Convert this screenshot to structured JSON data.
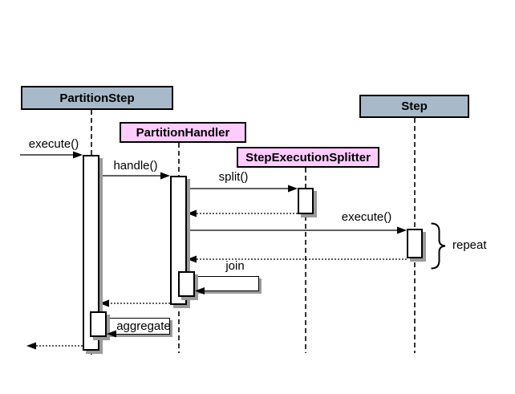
{
  "diagram": {
    "type": "uml-sequence",
    "participants": [
      {
        "name": "PartitionStep",
        "fill": "#a8b9ca"
      },
      {
        "name": "PartitionHandler",
        "fill": "#ffccff"
      },
      {
        "name": "StepExecutionSplitter",
        "fill": "#ffccff"
      },
      {
        "name": "Step",
        "fill": "#a8b9ca"
      }
    ],
    "messages": [
      {
        "label": "execute()",
        "from": "caller",
        "to": "PartitionStep",
        "kind": "sync"
      },
      {
        "label": "handle()",
        "from": "PartitionStep",
        "to": "PartitionHandler",
        "kind": "sync"
      },
      {
        "label": "split()",
        "from": "PartitionHandler",
        "to": "StepExecutionSplitter",
        "kind": "sync"
      },
      {
        "label": "execute()",
        "from": "PartitionHandler",
        "to": "Step",
        "kind": "sync"
      },
      {
        "label": "join",
        "from": "PartitionHandler",
        "to": "PartitionHandler",
        "kind": "self"
      },
      {
        "label": "aggregate",
        "from": "PartitionStep",
        "to": "PartitionStep",
        "kind": "self"
      }
    ],
    "return_messages": 4,
    "annotation": {
      "label": "repeat"
    }
  },
  "colors": {
    "background": "#ffffff",
    "class_box_fill": "#a8b9ca",
    "interface_box_fill": "#ffccff",
    "border": "#000000",
    "shadow": "#9a9a9a"
  }
}
